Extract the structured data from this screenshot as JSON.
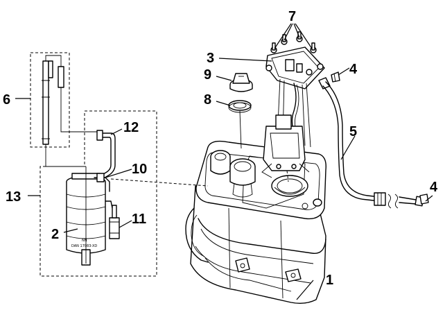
{
  "callouts": {
    "c1": "1",
    "c2": "2",
    "c3": "3",
    "c4a": "4",
    "c4b": "4",
    "c5": "5",
    "c6": "6",
    "c7": "7",
    "c8": "8",
    "c9": "9",
    "c10": "10",
    "c11": "11",
    "c12": "12",
    "c13": "13"
  },
  "pump_label": {
    "line1": "NN",
    "line2": "DAN 17083-XD"
  }
}
